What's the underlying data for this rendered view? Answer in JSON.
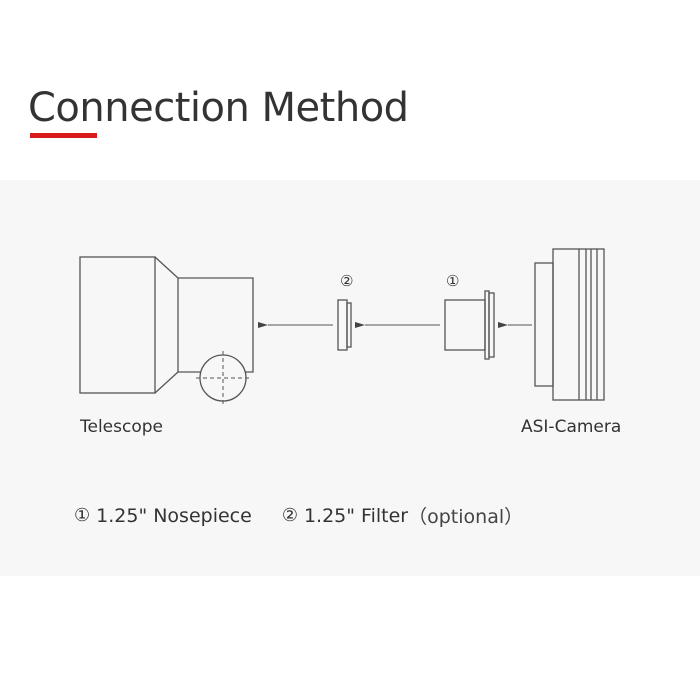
{
  "header": {
    "title": "Connection Method",
    "underline_color": "#d91a1a"
  },
  "diagram": {
    "telescope_label": "Telescope",
    "camera_label": "ASI-Camera",
    "callouts": {
      "filter_marker": "②",
      "nosepiece_marker": "①"
    },
    "line_color": "#555555",
    "panel_color": "#f7f7f7"
  },
  "legend": {
    "items": [
      {
        "marker": "①",
        "label": "1.25\" Nosepiece",
        "note": ""
      },
      {
        "marker": "②",
        "label": "1.25\" Filter",
        "note": "（optional）"
      }
    ]
  }
}
